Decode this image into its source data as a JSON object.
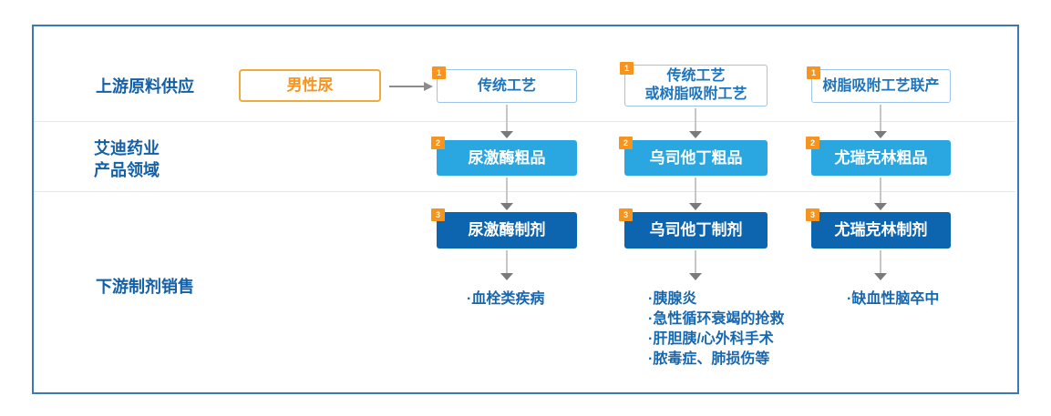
{
  "palette": {
    "outer_border_blue": "#3A79B8",
    "label_text_blue": "#1460A8",
    "process_box_border": "#9EC5E8",
    "process_text_blue": "#1E74BC",
    "crude_box_light_blue": "#2AA7E1",
    "formulation_box_dark_blue": "#0D65B0",
    "badge_orange": "#F7941D",
    "source_border_orange": "#F0A93C",
    "source_text_orange": "#F7941D",
    "arrow_gray": "#7A7A7A"
  },
  "row_labels": {
    "upstream": "上游原料供应",
    "company_line1": "艾迪药业",
    "company_line2": "产品领域",
    "downstream": "下游制剂销售"
  },
  "source_box": {
    "label": "男性尿"
  },
  "step_badges": [
    "1",
    "2",
    "3"
  ],
  "columns": [
    {
      "process_lines": [
        "传统工艺"
      ],
      "crude": "尿激酶粗品",
      "formulation": "尿激酶制剂",
      "indications": [
        "·血栓类疾病"
      ]
    },
    {
      "process_lines": [
        "传统工艺",
        "或树脂吸附工艺"
      ],
      "crude": "乌司他丁粗品",
      "formulation": "乌司他丁制剂",
      "indications": [
        "·胰腺炎",
        "·急性循环衰竭的抢救",
        "·肝胆胰/心外科手术",
        "·脓毒症、肺损伤等"
      ]
    },
    {
      "process_lines": [
        "树脂吸附工艺联产"
      ],
      "crude": "尤瑞克林粗品",
      "formulation": "尤瑞克林制剂",
      "indications": [
        "·缺血性脑卒中"
      ]
    }
  ]
}
